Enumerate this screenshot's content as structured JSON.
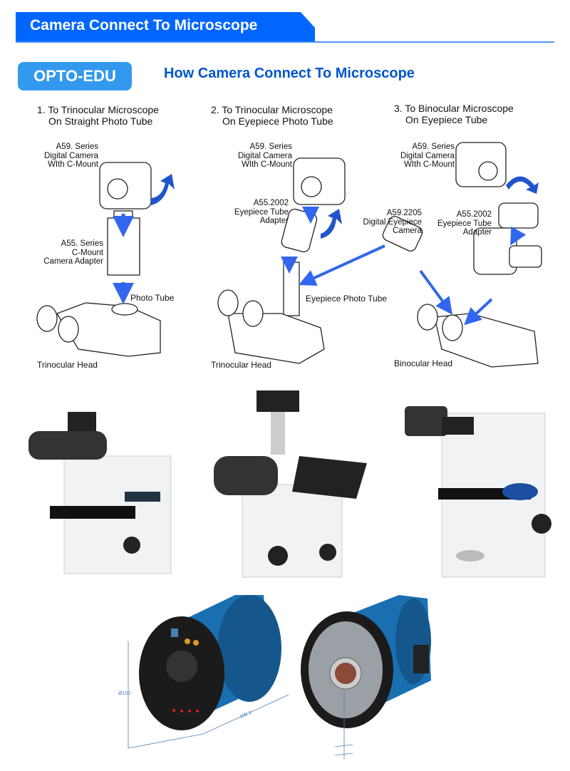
{
  "header": {
    "section_title": "Camera Connect To Microscope",
    "brand": "OPTO-EDU",
    "title": "How Camera Connect To Microscope"
  },
  "diagram": {
    "col1": {
      "title_line1": "1. To Trinocular Microscope",
      "title_line2": "On Straight Photo Tube",
      "camera": [
        "A59. Series",
        "Digital Camera",
        "WIth C-Mount"
      ],
      "adapter": [
        "A55. Series",
        "C-Mount",
        "Camera Adapter"
      ],
      "tube": "Photo Tube",
      "head": "Trinocular Head"
    },
    "col2": {
      "title_line1": "2. To Trinocular Microscope",
      "title_line2": "On Eyepiece Photo Tube",
      "camera": [
        "A59. Series",
        "Digital Camera",
        "WIth C-Mount"
      ],
      "adapter": [
        "A55.2002",
        "Eyepiece Tube",
        "Adapter"
      ],
      "eyecam": [
        "A59.2205",
        "Digital Eyepiece",
        "Camera"
      ],
      "tube": "Eyepiece Photo Tube",
      "head": "Trinocular Head"
    },
    "col3": {
      "title_line1": "3. To Binocular Microscope",
      "title_line2": "On Eyepiece Tube",
      "camera": [
        "A59. Series",
        "Digital Camera",
        "WIth C-Mount"
      ],
      "adapter": [
        "A55.2002",
        "Eyepiece Tube",
        "Adapter"
      ],
      "head": "Binocular  Head"
    }
  },
  "dims": {
    "diameter": "Ø100",
    "length": "100.3"
  },
  "colors": {
    "accent": "#0066ff",
    "badge": "#3399ee",
    "arrow": "#3366ee",
    "camera_body": "#1a6fb0"
  }
}
